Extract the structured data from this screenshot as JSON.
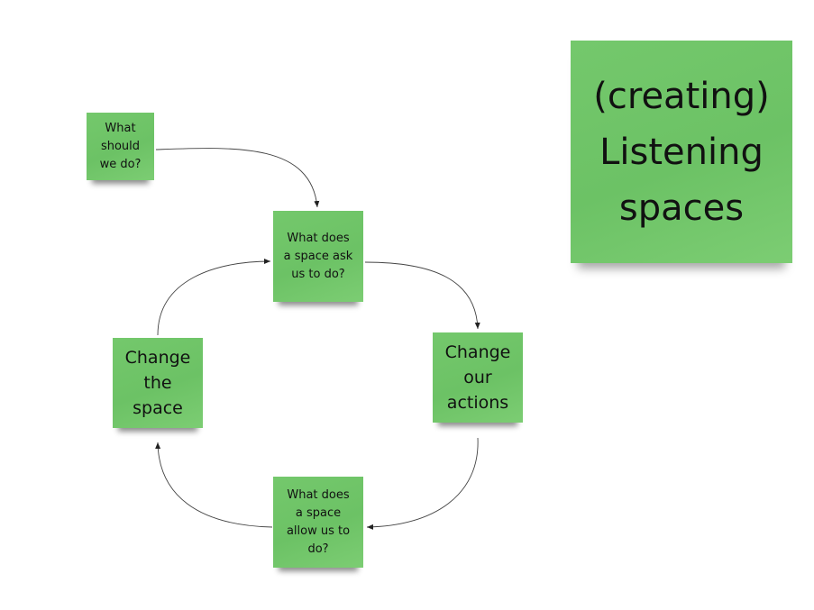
{
  "title": {
    "text": "(creating)\nListening\nspaces"
  },
  "notes": [
    {
      "id": "what-should-we-do",
      "text": "What\nshould\nwe do?"
    },
    {
      "id": "what-does-space-ask",
      "text": "What does\na space ask\nus to do?"
    },
    {
      "id": "change-our-actions",
      "text": "Change\nour\nactions"
    },
    {
      "id": "what-does-space-allow",
      "text": "What does\na space\nallow us to\ndo?"
    },
    {
      "id": "change-the-space",
      "text": "Change\nthe\nspace"
    }
  ],
  "colors": {
    "note_fill": "#6cc265",
    "connector": "#222222"
  }
}
